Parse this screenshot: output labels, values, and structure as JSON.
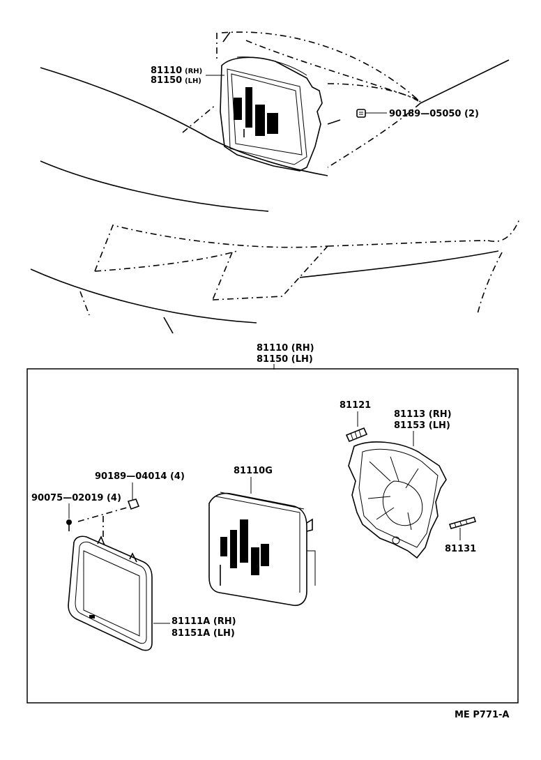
{
  "top": {
    "headlamp_rh": "81110",
    "headlamp_rh_side": "(RH)",
    "headlamp_lh": "81150",
    "headlamp_lh_side": "(LH)",
    "screw": "90189—05050 (2)"
  },
  "box": {
    "assembly_rh": "81110 (RH)",
    "assembly_lh": "81150 (LH)",
    "bulb": "81121",
    "housing_rh": "81113 (RH)",
    "housing_lh": "81153 (LH)",
    "nut": "90189—04014 (4)",
    "screw": "90075—02019 (4)",
    "sealed_beam": "81110G",
    "adjust_screw": "81131",
    "rim_rh": "81111A (RH)",
    "rim_lh": "81151A (LH)"
  },
  "footer": {
    "code": "ME  P771-A"
  }
}
